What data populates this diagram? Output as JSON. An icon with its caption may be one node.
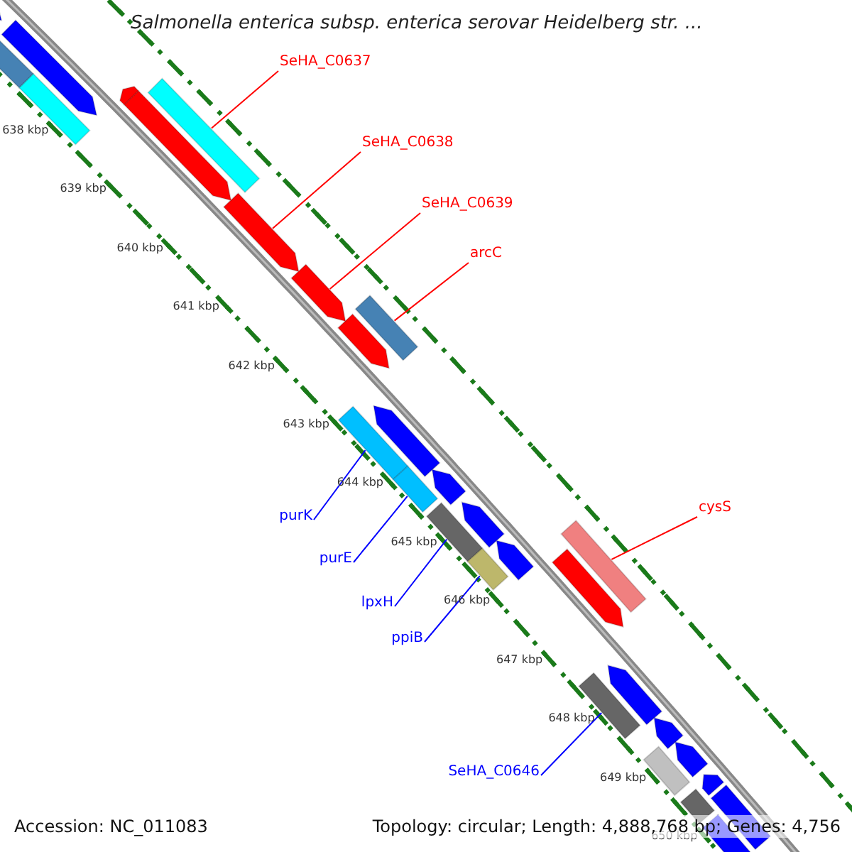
{
  "diagram": {
    "title": "Salmonella enterica subsp. enterica serovar Heidelberg str. ...",
    "nodes": [
      {
        "text": [
          "SeHA_C0637"
        ]
      },
      {
        "text": [
          "SeHA_C0638"
        ]
      },
      {
        "text": [
          "SeHA_C0639"
        ]
      },
      {
        "text": [
          "arcC"
        ]
      },
      {
        "text": [
          "cysS"
        ]
      },
      {
        "text": [
          "purK"
        ]
      },
      {
        "text": [
          "purE"
        ]
      },
      {
        "text": [
          "lpxH"
        ]
      },
      {
        "text": [
          "ppiB"
        ]
      },
      {
        "text": [
          "SeHA_C0646"
        ]
      },
      {
        "text": [],
        "shape": "bar"
      },
      {
        "text": [],
        "shape": "bar"
      },
      {
        "text": [],
        "shape": "bar"
      },
      {
        "text": [],
        "shape": "bar"
      },
      {
        "text": [],
        "shape": "bar"
      },
      {
        "text": [],
        "shape": "bar"
      },
      {
        "text": [],
        "shape": "bar"
      },
      {
        "text": [],
        "shape": "bar"
      },
      {
        "text": [],
        "shape": "bar"
      },
      {
        "text": [],
        "shape": "bar"
      },
      {
        "text": [],
        "shape": "bar"
      }
    ],
    "edges": [
      {
        "from": 0,
        "to": 10,
        "arrow": "none",
        "color": "#ff0000"
      },
      {
        "from": 1,
        "to": 11,
        "arrow": "none",
        "color": "#ff0000"
      },
      {
        "from": 2,
        "to": 12,
        "arrow": "none",
        "color": "#ff0000"
      },
      {
        "from": 3,
        "to": 13,
        "arrow": "none",
        "color": "#ff0000"
      },
      {
        "from": 4,
        "to": 18,
        "arrow": "none",
        "color": "#ff0000"
      },
      {
        "from": 5,
        "to": 14,
        "arrow": "none",
        "color": "#0000ff"
      },
      {
        "from": 6,
        "to": 15,
        "arrow": "none",
        "color": "#0000ff"
      },
      {
        "from": 7,
        "to": 16,
        "arrow": "none",
        "color": "#0000ff"
      },
      {
        "from": 8,
        "to": 17,
        "arrow": "none",
        "color": "#0000ff"
      },
      {
        "from": 9,
        "to": 19,
        "arrow": "none",
        "color": "#0000ff"
      }
    ],
    "labels": [
      "638 kbp",
      "639 kbp",
      "640 kbp",
      "641 kbp",
      "642 kbp",
      "643 kbp",
      "644 kbp",
      "645 kbp",
      "646 kbp",
      "647 kbp",
      "648 kbp",
      "649 kbp",
      "650 kbp",
      "Accession: NC_011083",
      "Topology: circular; Length: 4,888,768 bp; Genes: 4,756"
    ]
  }
}
